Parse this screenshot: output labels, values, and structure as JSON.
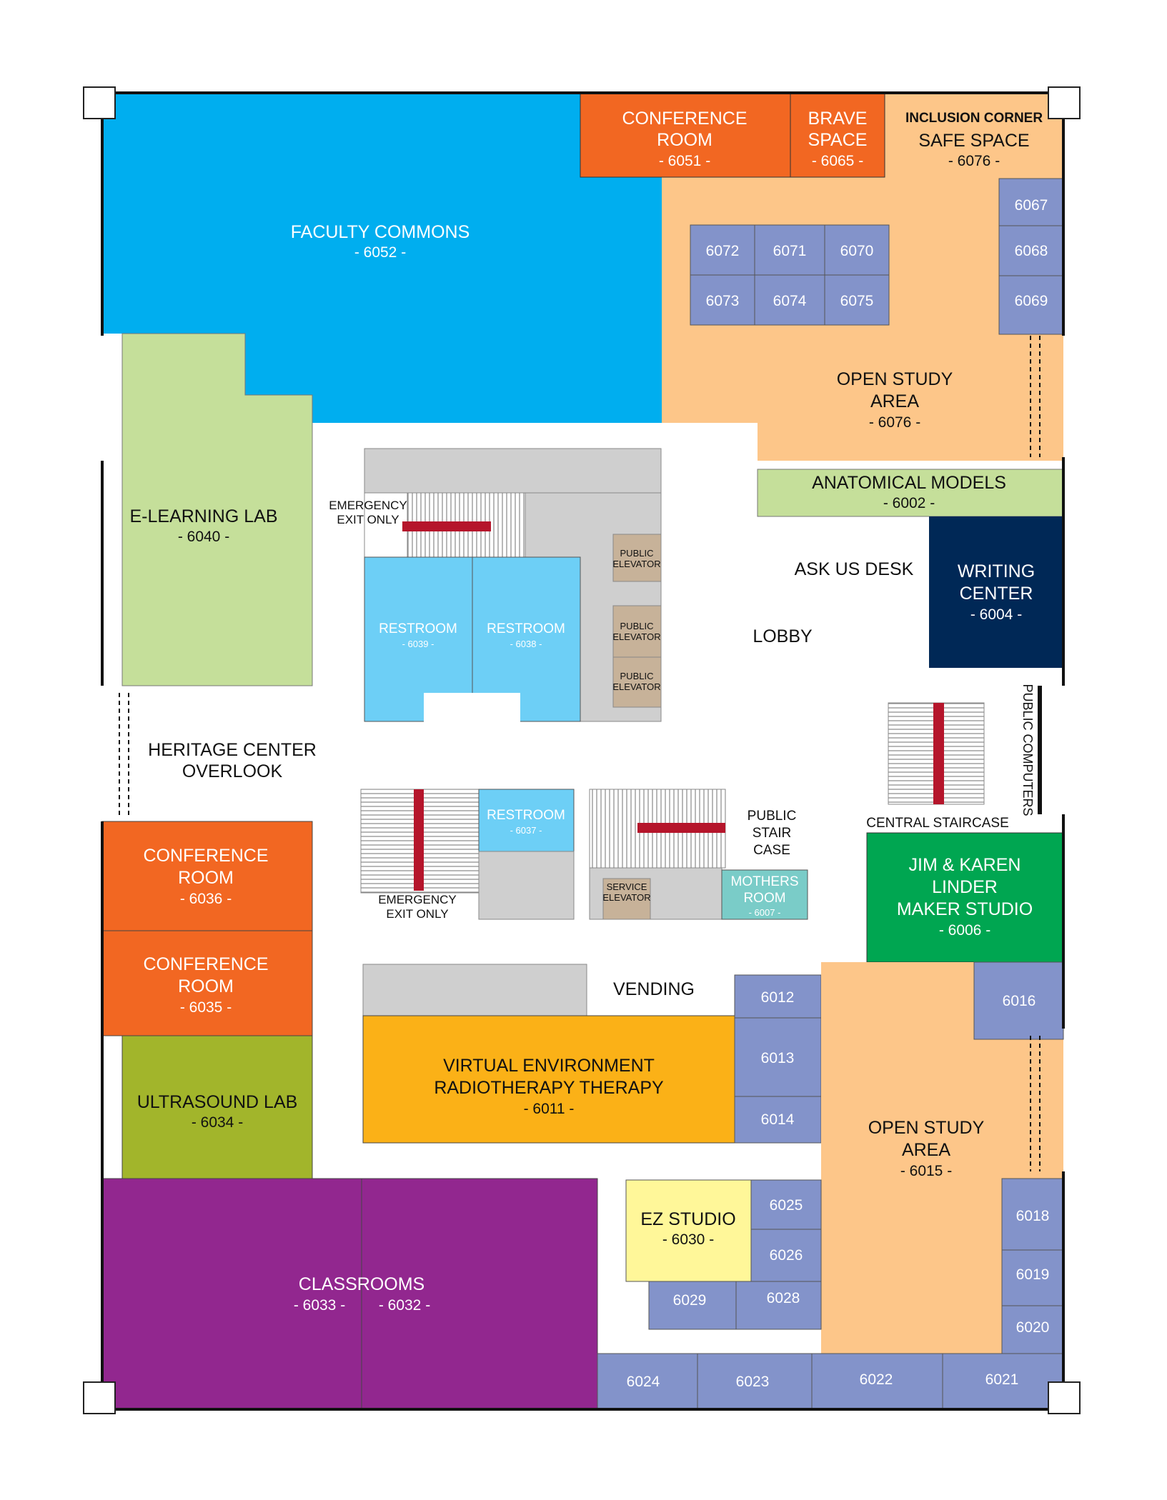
{
  "colors": {
    "faculty_commons": "#00aeef",
    "conference": "#f26722",
    "open_study": "#fdc689",
    "study_room": "#8393ca",
    "light_green": "#c5df9a",
    "restroom": "#6dcff6",
    "navy": "#002856",
    "green": "#00a651",
    "orange_yellow": "#fbb117",
    "olive": "#a2b52b",
    "purple": "#92278f",
    "ez_yellow": "#fff799",
    "mothers_room": "#7accc8",
    "gray": "#cfcfcf",
    "elevator": "#c7b299",
    "stair_rail": "#b5152b"
  },
  "rooms": {
    "faculty_commons": {
      "name": "FACULTY COMMONS",
      "number": "- 6052 -"
    },
    "conference_6051": {
      "name_line1": "CONFERENCE",
      "name_line2": "ROOM",
      "number": "- 6051 -"
    },
    "brave_space": {
      "name_line1": "BRAVE",
      "name_line2": "SPACE",
      "number": "- 6065 -"
    },
    "inclusion_corner": {
      "heading": "INCLUSION CORNER",
      "name": "SAFE SPACE",
      "number": "- 6076 -"
    },
    "open_study_top": {
      "name_line1": "OPEN STUDY",
      "name_line2": "AREA",
      "number": "- 6076 -"
    },
    "anatomical_models": {
      "name": "ANATOMICAL MODELS",
      "number": "- 6002 -"
    },
    "writing_center": {
      "name_line1": "WRITING",
      "name_line2": "CENTER",
      "number": "- 6004 -"
    },
    "elearning_lab": {
      "name": "E-LEARNING LAB",
      "number": "- 6040 -"
    },
    "restroom_6039": {
      "name": "RESTROOM",
      "number": "- 6039 -"
    },
    "restroom_6038": {
      "name": "RESTROOM",
      "number": "- 6038 -"
    },
    "restroom_6037": {
      "name": "RESTROOM",
      "number": "- 6037 -"
    },
    "mothers_room": {
      "name_line1": "MOTHERS",
      "name_line2": "ROOM",
      "number": "- 6007 -"
    },
    "maker_studio": {
      "name_line1": "JIM & KAREN",
      "name_line2": "LINDER",
      "name_line3": "MAKER STUDIO",
      "number": "- 6006 -"
    },
    "conference_6036": {
      "name_line1": "CONFERENCE",
      "name_line2": "ROOM",
      "number": "- 6036 -"
    },
    "conference_6035": {
      "name_line1": "CONFERENCE",
      "name_line2": "ROOM",
      "number": "- 6035 -"
    },
    "ultrasound_lab": {
      "name": "ULTRASOUND LAB",
      "number": "- 6034 -"
    },
    "vert": {
      "name_line1": "VIRTUAL ENVIRONMENT",
      "name_line2": "RADIOTHERAPY THERAPY",
      "number": "- 6011 -"
    },
    "open_study_bottom": {
      "name_line1": "OPEN STUDY",
      "name_line2": "AREA",
      "number": "- 6015 -"
    },
    "ez_studio": {
      "name": "EZ STUDIO",
      "number": "- 6030 -"
    },
    "classrooms": {
      "name": "CLASSROOMS",
      "number_left": "- 6033 -",
      "number_right": "- 6032 -"
    }
  },
  "small_rooms": {
    "r6067": "6067",
    "r6068": "6068",
    "r6069": "6069",
    "r6072": "6072",
    "r6071": "6071",
    "r6070": "6070",
    "r6073": "6073",
    "r6074": "6074",
    "r6075": "6075",
    "r6012": "6012",
    "r6013": "6013",
    "r6014": "6014",
    "r6016": "6016",
    "r6025": "6025",
    "r6026": "6026",
    "r6028": "6028",
    "r6029": "6029",
    "r6018": "6018",
    "r6019": "6019",
    "r6020": "6020",
    "r6024": "6024",
    "r6023": "6023",
    "r6022": "6022",
    "r6021": "6021"
  },
  "labels": {
    "ask_us_desk": "ASK US DESK",
    "lobby": "LOBBY",
    "heritage_line1": "HERITAGE CENTER",
    "heritage_line2": "OVERLOOK",
    "public_computers": "PUBLIC COMPUTERS",
    "central_staircase": "CENTRAL STAIRCASE",
    "vending": "VENDING",
    "emergency_exit_line1": "EMERGENCY",
    "emergency_exit_line2": "EXIT ONLY",
    "public_elevator_line1": "PUBLIC",
    "public_elevator_line2": "ELEVATOR",
    "service_elevator_line1": "SERVICE",
    "service_elevator_line2": "ELEVATOR",
    "public_stair_line1": "PUBLIC",
    "public_stair_line2": "STAIR",
    "public_stair_line3": "CASE"
  }
}
